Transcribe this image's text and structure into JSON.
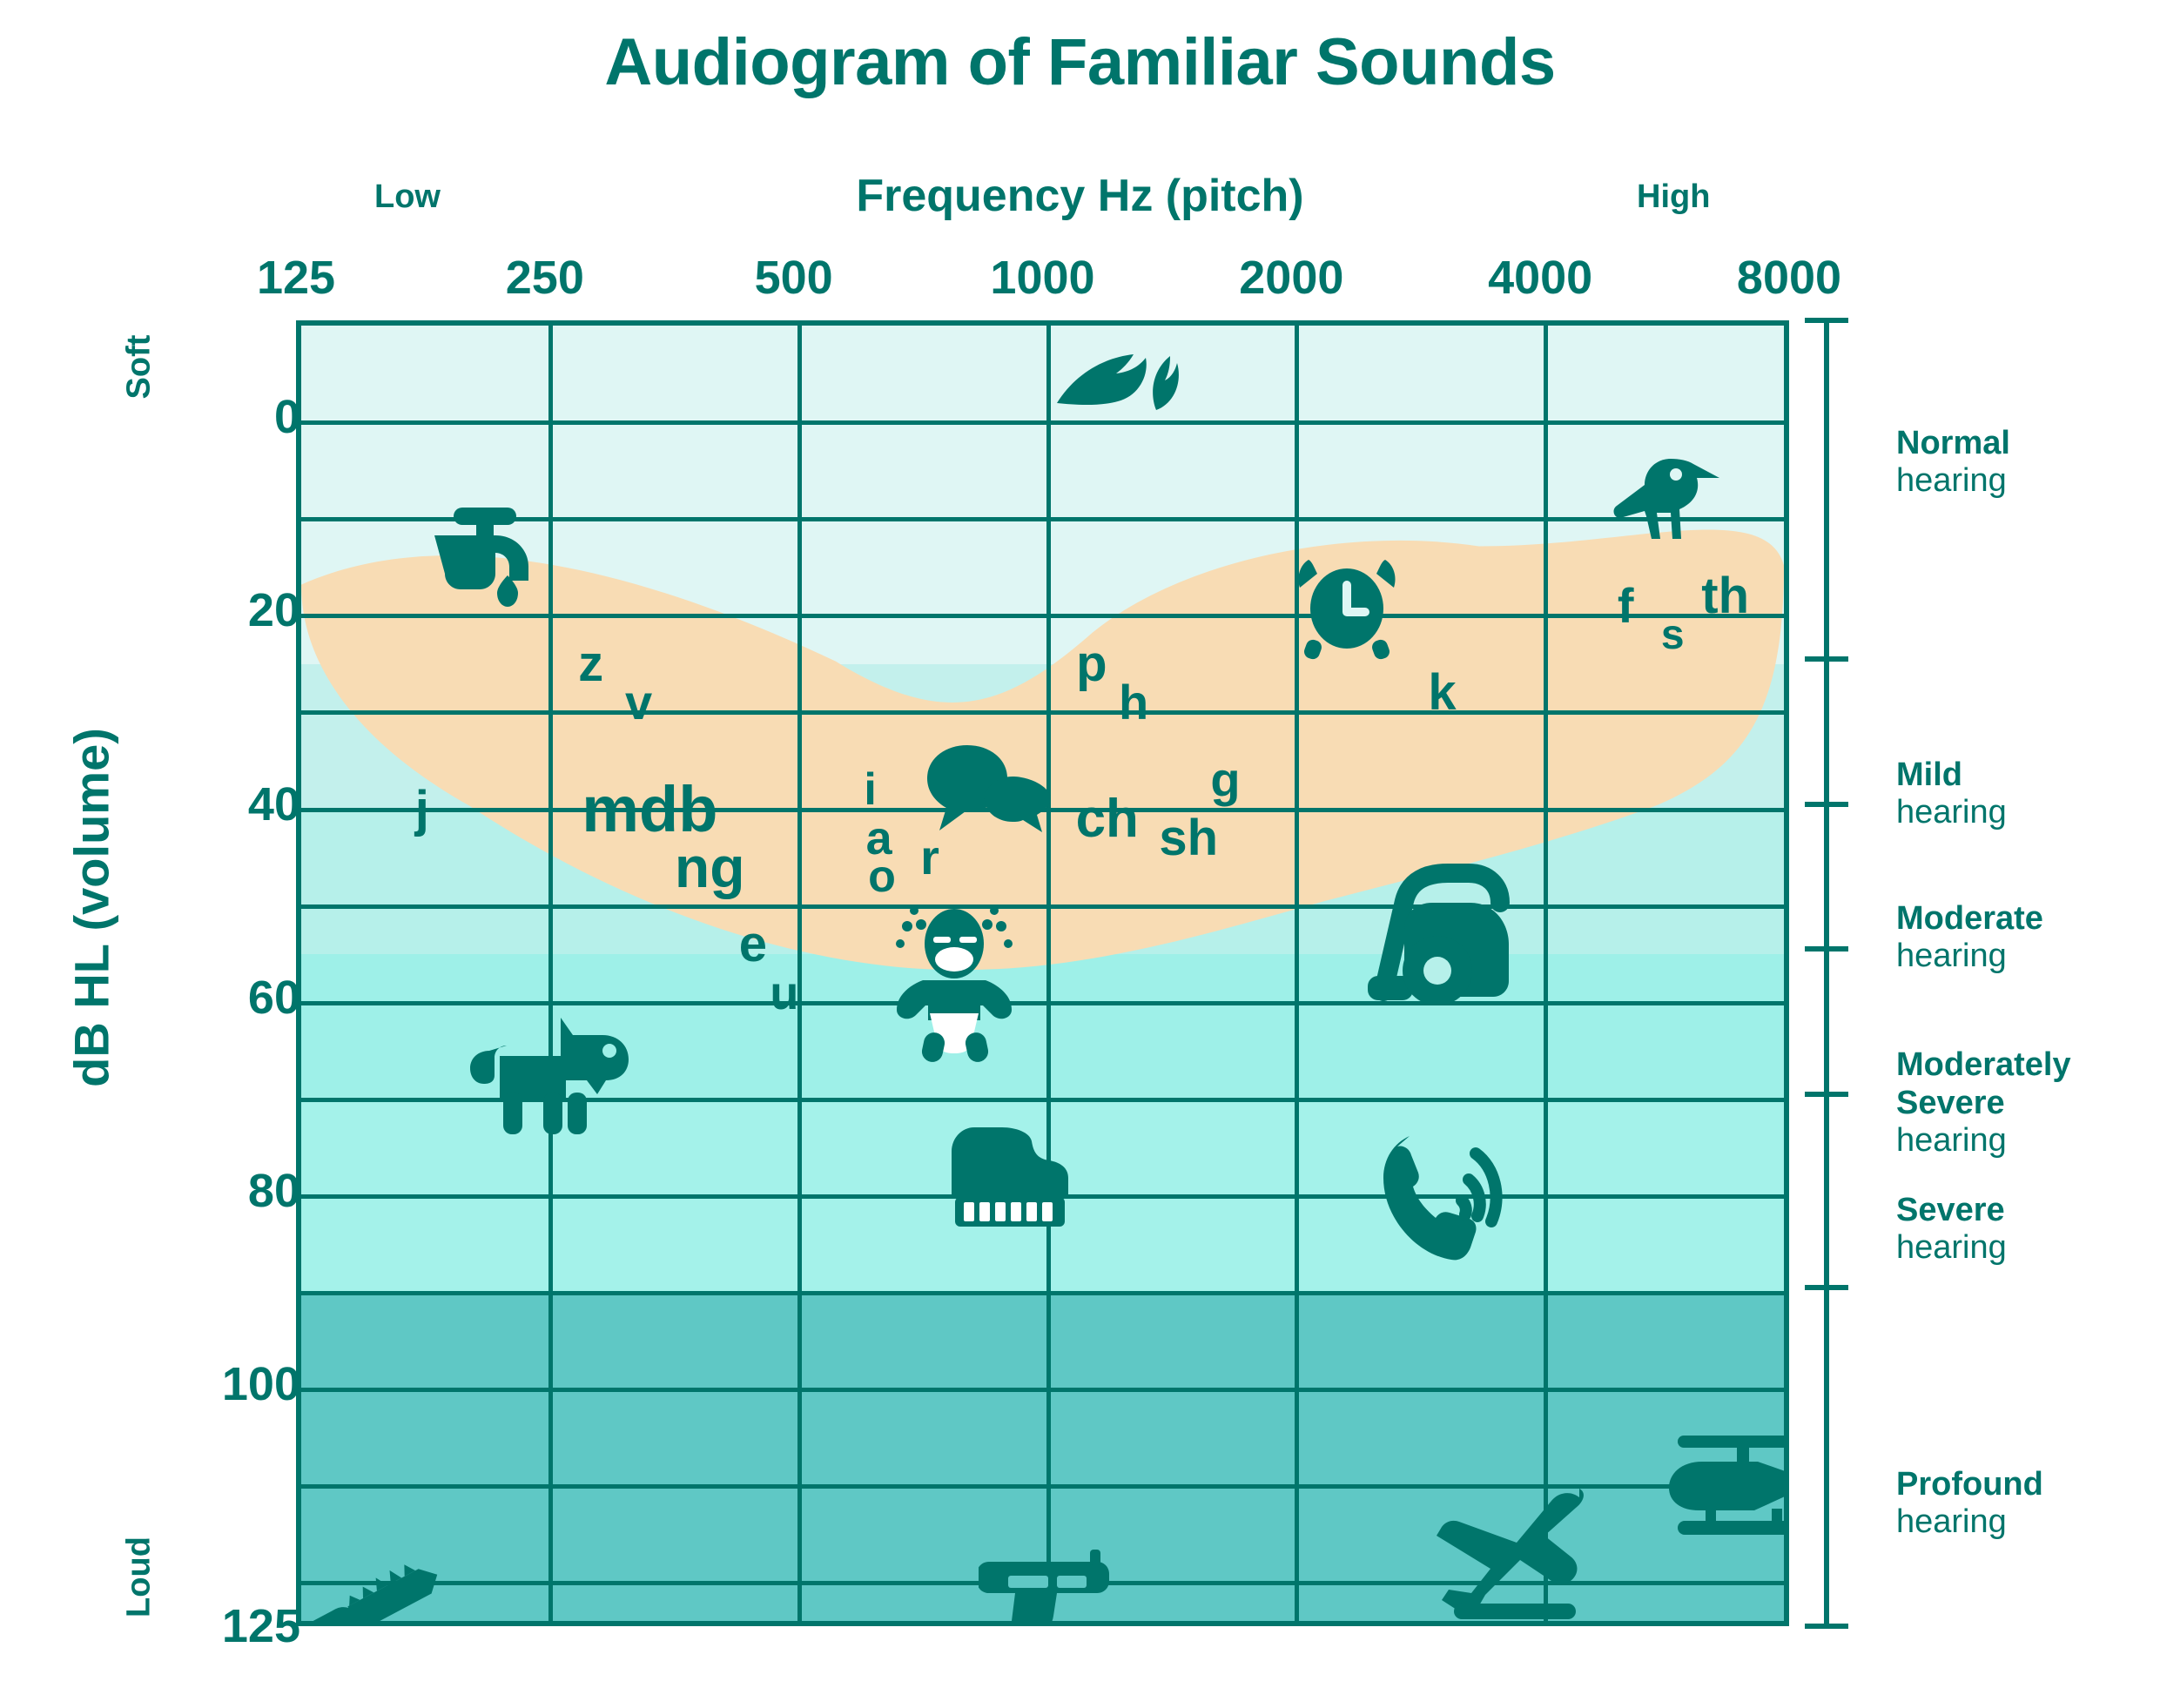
{
  "title": "Audiogram of Familiar Sounds",
  "axes": {
    "x_title": "Frequency Hz (pitch)",
    "x_low": "Low",
    "x_high": "High",
    "y_title": "dB HL (volume)",
    "y_soft": "Soft",
    "y_loud": "Loud"
  },
  "colors": {
    "teal": "#00756B",
    "banana": "#F8DCB4",
    "band_normal": "#DFF6F4",
    "band_mild": "#C3F0EC",
    "band_moderate": "#B6F0EA",
    "band_modsevere": "#9EF0E8",
    "band_severe": "#A4F2EA",
    "band_profound": "#5FC8C5"
  },
  "chart_data": {
    "type": "scatter",
    "title": "Audiogram of Familiar Sounds",
    "xlabel": "Frequency Hz (pitch)",
    "ylabel": "dB HL (volume)",
    "xlabel_low": "Low",
    "xlabel_high": "High",
    "ylabel_soft": "Soft",
    "ylabel_loud": "Loud",
    "x_scale": "log2",
    "xlim": [
      125,
      8000
    ],
    "ylim": [
      -10,
      125
    ],
    "x_ticks": [
      125,
      250,
      500,
      1000,
      2000,
      4000,
      8000
    ],
    "x_tick_labels": [
      "125",
      "250",
      "500",
      "1000",
      "2000",
      "4000",
      "8000"
    ],
    "y_ticks": [
      0,
      20,
      40,
      60,
      80,
      100,
      125
    ],
    "y_tick_labels": [
      "0",
      "20",
      "40",
      "60",
      "80",
      "100",
      "125"
    ],
    "y_gridlines": [
      -10,
      0,
      10,
      20,
      30,
      40,
      50,
      60,
      70,
      80,
      90,
      100,
      110,
      120,
      125
    ],
    "grid": true,
    "legend": "none",
    "severity_bands": [
      {
        "label": "Normal",
        "sublabel": "hearing",
        "db_from": -10,
        "db_to": 25,
        "color": "#DFF6F4"
      },
      {
        "label": "Mild",
        "sublabel": "hearing",
        "db_from": 25,
        "db_to": 40,
        "color": "#C3F0EC"
      },
      {
        "label": "Moderate",
        "sublabel": "hearing",
        "db_from": 40,
        "db_to": 55,
        "color": "#B6F0EA"
      },
      {
        "label": "Moderately Severe",
        "sublabel": "hearing",
        "db_from": 55,
        "db_to": 70,
        "color": "#9EF0E8"
      },
      {
        "label": "Severe",
        "sublabel": "hearing",
        "db_from": 70,
        "db_to": 90,
        "color": "#A4F2EA"
      },
      {
        "label": "Profound",
        "sublabel": "hearing",
        "db_from": 90,
        "db_to": 125,
        "color": "#5FC8C5"
      }
    ],
    "speech_banana": {
      "label": "speech banana",
      "color": "#F8DCB4",
      "db_range": [
        12,
        55
      ],
      "freq_range": [
        125,
        8000
      ]
    },
    "speech_sounds": [
      {
        "text": "z",
        "freq": 280,
        "db": 25
      },
      {
        "text": "v",
        "freq": 320,
        "db": 29
      },
      {
        "text": "j",
        "freq": 175,
        "db": 40
      },
      {
        "text": "mdb",
        "freq": 330,
        "db": 40
      },
      {
        "text": "ng",
        "freq": 390,
        "db": 46
      },
      {
        "text": "e",
        "freq": 440,
        "db": 54
      },
      {
        "text": "u",
        "freq": 480,
        "db": 59
      },
      {
        "text": "i",
        "freq": 610,
        "db": 38
      },
      {
        "text": "a",
        "freq": 625,
        "db": 43
      },
      {
        "text": "o",
        "freq": 630,
        "db": 47
      },
      {
        "text": "r",
        "freq": 720,
        "db": 45
      },
      {
        "text": "ch",
        "freq": 1180,
        "db": 41
      },
      {
        "text": "sh",
        "freq": 1480,
        "db": 43
      },
      {
        "text": "g",
        "freq": 1640,
        "db": 37
      },
      {
        "text": "p",
        "freq": 1130,
        "db": 25
      },
      {
        "text": "h",
        "freq": 1270,
        "db": 29
      },
      {
        "text": "k",
        "freq": 3000,
        "db": 28
      },
      {
        "text": "f",
        "freq": 5000,
        "db": 19
      },
      {
        "text": "s",
        "freq": 5700,
        "db": 22
      },
      {
        "text": "th",
        "freq": 6600,
        "db": 18
      }
    ],
    "sound_icons": [
      {
        "name": "leaves-icon",
        "label": "rustling leaves",
        "freq": 1200,
        "db": -5
      },
      {
        "name": "bird-icon",
        "label": "bird chirping",
        "freq": 5600,
        "db": 8
      },
      {
        "name": "faucet-icon",
        "label": "dripping faucet",
        "freq": 210,
        "db": 14
      },
      {
        "name": "alarm-clock-icon",
        "label": "alarm clock",
        "freq": 2300,
        "db": 19
      },
      {
        "name": "speech-icon",
        "label": "conversation",
        "freq": 850,
        "db": 38
      },
      {
        "name": "vacuum-icon",
        "label": "vacuum cleaner",
        "freq": 3000,
        "db": 53
      },
      {
        "name": "baby-icon",
        "label": "baby cooing",
        "freq": 770,
        "db": 58
      },
      {
        "name": "dog-icon",
        "label": "dog barking",
        "freq": 255,
        "db": 67
      },
      {
        "name": "piano-icon",
        "label": "piano",
        "freq": 900,
        "db": 78
      },
      {
        "name": "ringing-phone-icon",
        "label": "telephone ring",
        "freq": 3100,
        "db": 80
      },
      {
        "name": "helicopter-icon",
        "label": "helicopter",
        "freq": 7000,
        "db": 110
      },
      {
        "name": "airplane-icon",
        "label": "jet airplane",
        "freq": 3600,
        "db": 117
      },
      {
        "name": "chainsaw-icon",
        "label": "chainsaw",
        "freq": 150,
        "db": 123
      },
      {
        "name": "gun-icon",
        "label": "gunshot",
        "freq": 1000,
        "db": 122
      }
    ]
  }
}
